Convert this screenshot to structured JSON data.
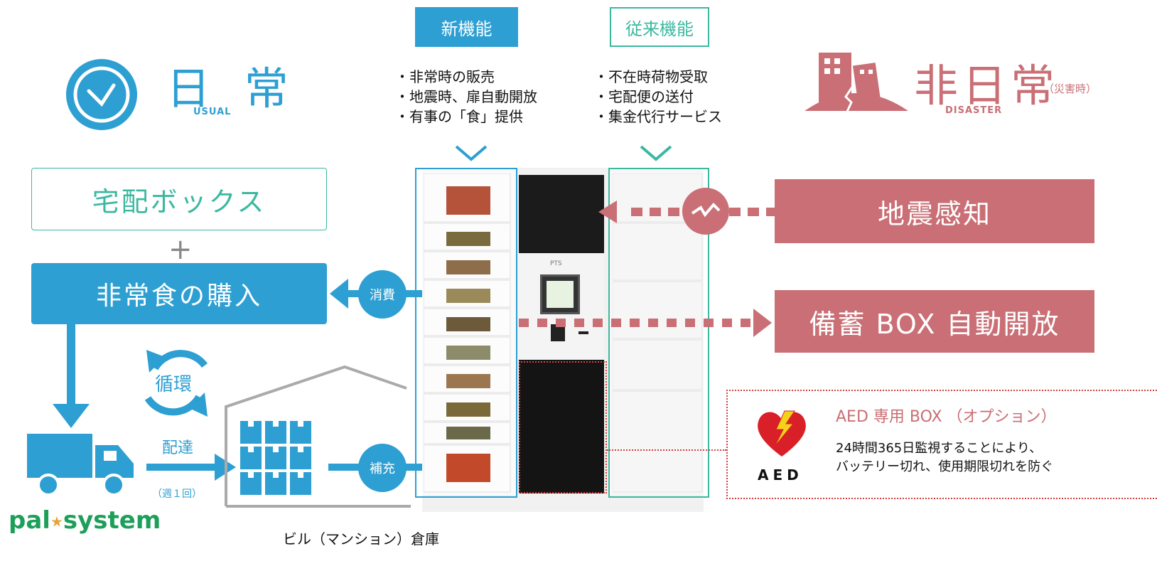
{
  "tags": {
    "new": "新機能",
    "old": "従来機能"
  },
  "new_features": [
    "・非常時の販売",
    "・地震時、扉自動開放",
    "・有事の「食」提供"
  ],
  "old_features": [
    "・不在時荷物受取",
    "・宅配便の送付",
    "・集金代行サービス"
  ],
  "usual": {
    "title": "日 常",
    "subtitle": "USUAL"
  },
  "disaster": {
    "title": "非日常",
    "note": "（災害時）",
    "subtitle": "DISASTER"
  },
  "left_flow": {
    "box_outline": "宅配ボックス",
    "plus": "+",
    "box_blue": "非常食の購入",
    "consume": "消費",
    "cycle": "循環",
    "deliver": "配達",
    "frequency": "（週１回）",
    "refill": "補充",
    "brand_left": "pal",
    "brand_star": "★",
    "brand_right": "system",
    "warehouse_caption": "ビル（マンション）倉庫"
  },
  "right_flow": {
    "quake": "地震感知",
    "open": "備蓄 BOX 自動開放"
  },
  "aed": {
    "label": "AED",
    "title": "AED 専用 BOX （オプション）",
    "line1": "24時間365日監視することにより、",
    "line2": "バッテリー切れ、使用期限切れを防ぐ"
  },
  "locker": {
    "brand": "PTS"
  },
  "colors": {
    "blue": "#2d9fd2",
    "teal": "#3cb8a0",
    "rose": "#c96f75",
    "red_dotted": "#d04040"
  }
}
